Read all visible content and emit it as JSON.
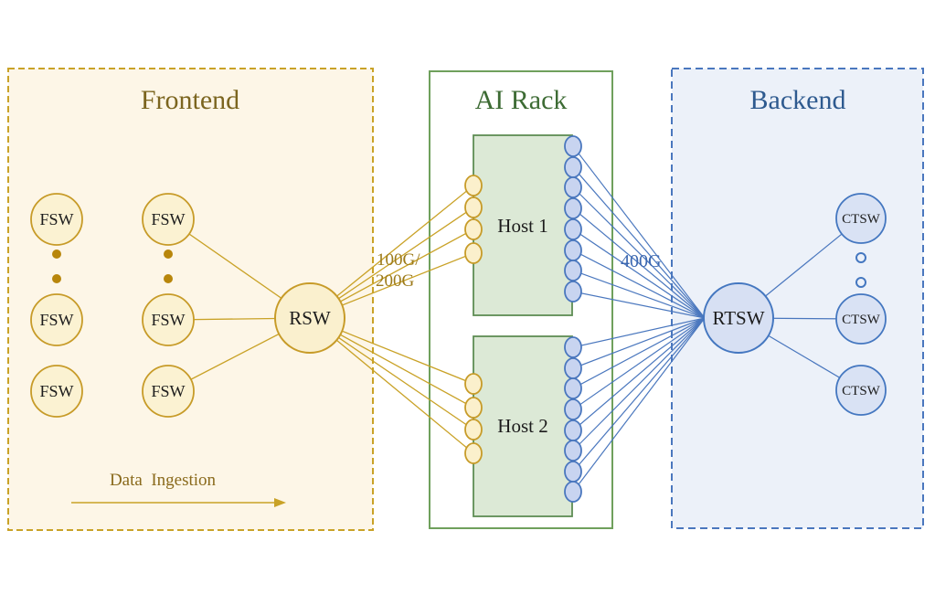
{
  "figure": {
    "frontend": {
      "title": "Frontend",
      "switch_label": "FSW",
      "router_label": "RSW",
      "annotation": "Data  Ingestion",
      "bandwidth_line1": "100G/",
      "bandwidth_line2": "200G",
      "switch_count_shown": 6,
      "colors": {
        "background": "#FDF6E7",
        "border": "#C9A227",
        "title": "#7B651F",
        "node_fill": "#FBF2D2",
        "node_stroke": "#C79B28",
        "dot": "#B8860B"
      }
    },
    "ai_rack": {
      "title": "AI Rack",
      "hosts": [
        {
          "label": "Host 1"
        },
        {
          "label": "Host 2"
        }
      ],
      "frontend_ports_per_host": 4,
      "backend_ports_per_host": 8,
      "colors": {
        "border": "#6FA05C",
        "title": "#3D6B34",
        "host_fill": "#DCE9D6",
        "host_stroke": "#5E8D54",
        "gold_port_fill": "#FBF0CC",
        "blue_port_fill": "#C8D4F0"
      }
    },
    "backend": {
      "title": "Backend",
      "router_label": "RTSW",
      "switch_label": "CTSW",
      "bandwidth": "400G",
      "switch_count_shown": 3,
      "colors": {
        "background": "#ECF1F9",
        "border": "#4A77BE",
        "title": "#2E5A8F",
        "node_fill": "#D7E0F3",
        "node_stroke": "#4477C0"
      }
    }
  }
}
